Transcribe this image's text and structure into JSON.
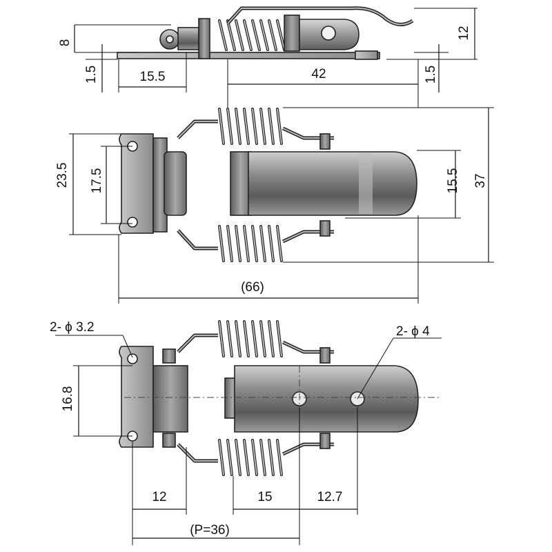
{
  "dimensions": {
    "side_height_8": "8",
    "side_height_12": "12",
    "side_base_left_1_5": "1.5",
    "side_width_15_5": "15.5",
    "side_length_42": "42",
    "side_base_right_1_5": "1.5",
    "top_height_23_5": "23.5",
    "top_height_17_5": "17.5",
    "top_height_15_5": "15.5",
    "top_height_37": "37",
    "top_length_66": "(66)",
    "bottom_hole_32": "2- ϕ 3.2",
    "bottom_hole_4": "2- ϕ 4",
    "bottom_height_16_8": "16.8",
    "bottom_len_12": "12",
    "bottom_len_15": "15",
    "bottom_len_12_7": "12.7",
    "bottom_pitch_36": "(P=36)"
  },
  "colors": {
    "steel_dark": "#4a4a4a",
    "steel_mid": "#8a8a8a",
    "steel_light": "#d4d4d4",
    "line": "#111111"
  }
}
